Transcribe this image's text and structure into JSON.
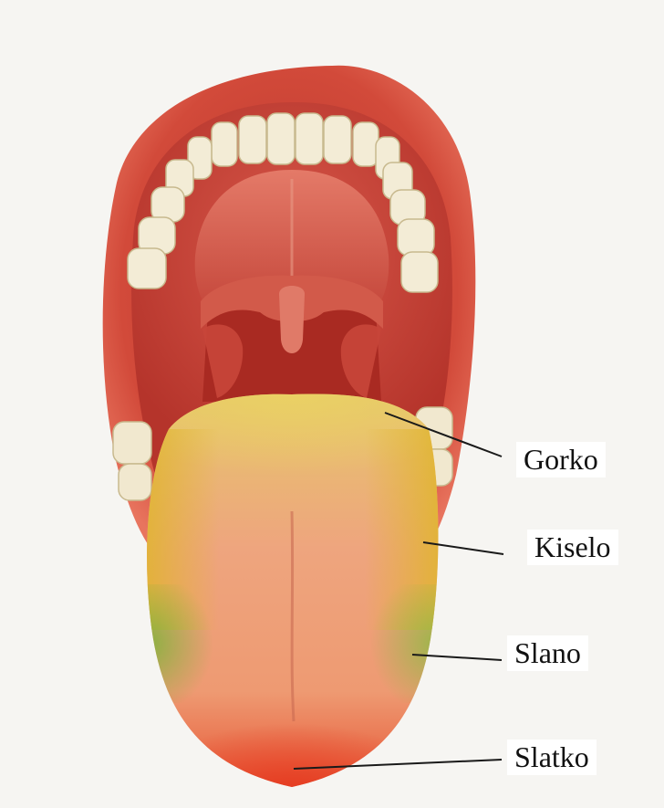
{
  "labels": {
    "bitter": "Gorko",
    "sour": "Kiselo",
    "salty": "Slano",
    "sweet": "Slatko"
  },
  "colors": {
    "lips": "#d9503f",
    "mouth_interior": "#c2392c",
    "teeth": "#f3ecd6",
    "tongue_base": "#ee8f62",
    "sour_zone": "#e3bb33",
    "bitter_zone": "#e8cc4a",
    "salty_zone": "#8fb43e",
    "sweet_zone": "#e64a28"
  }
}
